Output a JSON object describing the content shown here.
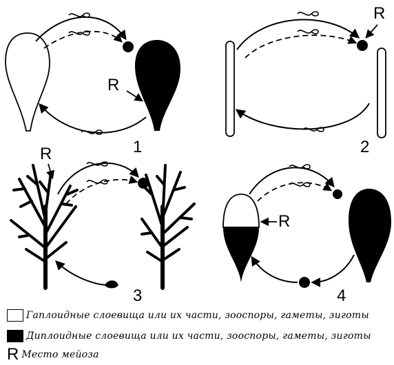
{
  "panels": [
    {
      "number": "1",
      "meiosis_mark": "R"
    },
    {
      "number": "2",
      "meiosis_mark": "R"
    },
    {
      "number": "3",
      "meiosis_mark": "R"
    },
    {
      "number": "4",
      "meiosis_mark": "R"
    }
  ],
  "legend": {
    "haploid": "Гаплоидные слоевища или их части, зооспоры, гаметы, зиготы",
    "diploid": "Диплоидные слоевища или их части, зооспоры, гаметы, зиготы",
    "meiosis_symbol": "R",
    "meiosis": "Место мейоза"
  },
  "colors": {
    "ink": "#000000",
    "paper": "#ffffff"
  }
}
